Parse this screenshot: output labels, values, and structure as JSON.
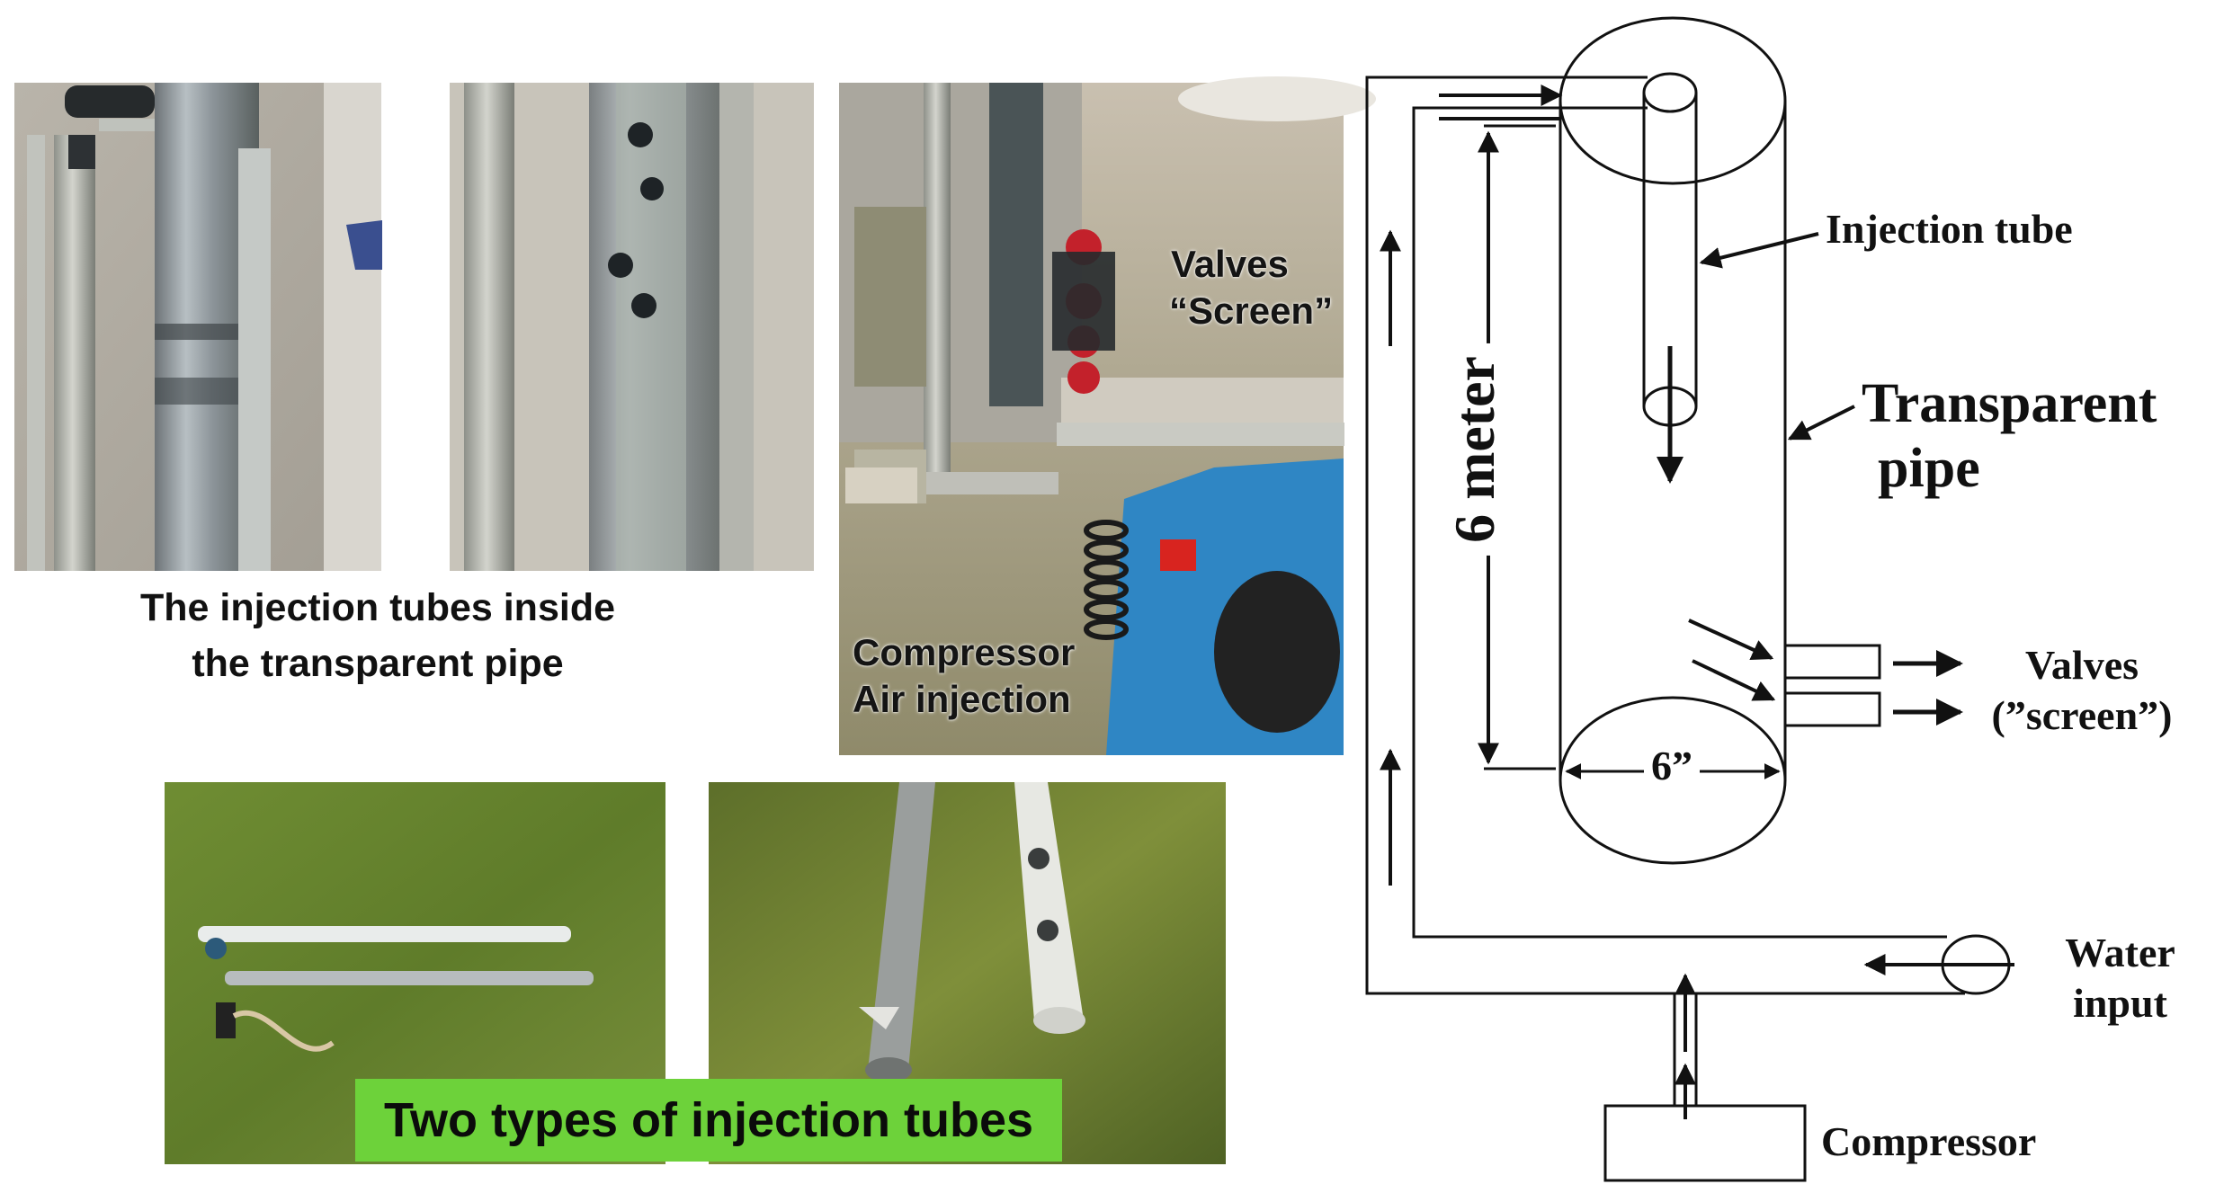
{
  "photo_captions": {
    "injection_tubes_line1": "The injection tubes inside",
    "injection_tubes_line2": "the transparent pipe",
    "valves_line1": "Valves",
    "valves_line2": "“Screen”",
    "compressor_line1": "Compressor",
    "compressor_line2": "Air injection",
    "two_types_banner": "Two types of injection tubes"
  },
  "diagram_labels": {
    "injection_tube": "Injection tube",
    "transparent_line1": "Transparent",
    "transparent_line2": "pipe",
    "height": "6 meter",
    "diameter": "6”",
    "valves_line1": "Valves",
    "valves_line2": "(”screen”)",
    "water_line1": "Water",
    "water_line2": "input",
    "compressor": "Compressor"
  },
  "colors": {
    "banner_green": "#6dd23a",
    "line": "#111111",
    "background": "#ffffff"
  }
}
